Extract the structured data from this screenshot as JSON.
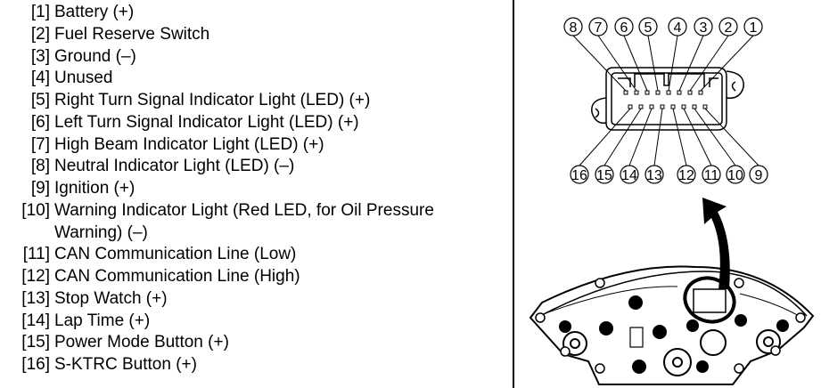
{
  "pins": [
    {
      "num": "[1]",
      "label": "Battery (+)"
    },
    {
      "num": "[2]",
      "label": "Fuel Reserve Switch"
    },
    {
      "num": "[3]",
      "label": "Ground (–)"
    },
    {
      "num": "[4]",
      "label": "Unused"
    },
    {
      "num": "[5]",
      "label": "Right Turn Signal Indicator Light (LED) (+)"
    },
    {
      "num": "[6]",
      "label": "Left Turn Signal Indicator Light (LED) (+)"
    },
    {
      "num": "[7]",
      "label": "High Beam Indicator Light (LED) (+)"
    },
    {
      "num": "[8]",
      "label": "Neutral Indicator Light (LED) (–)"
    },
    {
      "num": "[9]",
      "label": "Ignition (+)"
    },
    {
      "num": "[10]",
      "label": "Warning Indicator Light (Red LED, for Oil Pressure"
    },
    {
      "num": "",
      "label": "Warning) (–)"
    },
    {
      "num": "[11]",
      "label": "CAN Communication Line (Low)"
    },
    {
      "num": "[12]",
      "label": "CAN Communication Line (High)"
    },
    {
      "num": "[13]",
      "label": "Stop Watch (+)"
    },
    {
      "num": "[14]",
      "label": "Lap Time (+)"
    },
    {
      "num": "[15]",
      "label": "Power Mode Button (+)"
    },
    {
      "num": "[16]",
      "label": "S-KTRC Button (+)"
    }
  ],
  "connector": {
    "top_labels": [
      "8",
      "7",
      "6",
      "5",
      "4",
      "3",
      "2",
      "1"
    ],
    "bottom_labels": [
      "16",
      "15",
      "14",
      "13",
      "12",
      "11",
      "10",
      "9"
    ]
  }
}
